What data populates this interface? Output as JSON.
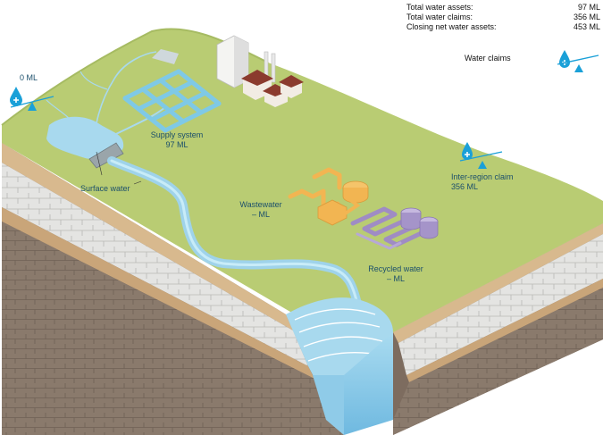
{
  "summary": [
    {
      "label": "Total water assets:",
      "value": "97 ML"
    },
    {
      "label": "Total water claims:",
      "value": "356 ML"
    },
    {
      "label": "Closing net water assets:",
      "value": "453 ML"
    }
  ],
  "labels": {
    "water_claims": "Water claims",
    "left_balance": "0 ML",
    "supply_name": "Supply system",
    "supply_value": "97 ML",
    "surface_water": "Surface water",
    "wastewater_name": "Wastewater",
    "wastewater_value": "– ML",
    "recycled_name": "Recycled water",
    "recycled_value": "– ML",
    "interregion_name": "Inter-region claim",
    "interregion_value": "356 ML"
  },
  "icons": [
    "water-drop-plus-icon",
    "balance-seesaw-icon"
  ],
  "colors": {
    "land": "#b9cc73",
    "water": "#9fd3ea",
    "pipe_blue": "#7fc9e6",
    "pipe_orange": "#f2b552",
    "pipe_purple": "#9f8cc4",
    "label_text": "#1b4f6b",
    "accent": "#1aa0d8"
  }
}
